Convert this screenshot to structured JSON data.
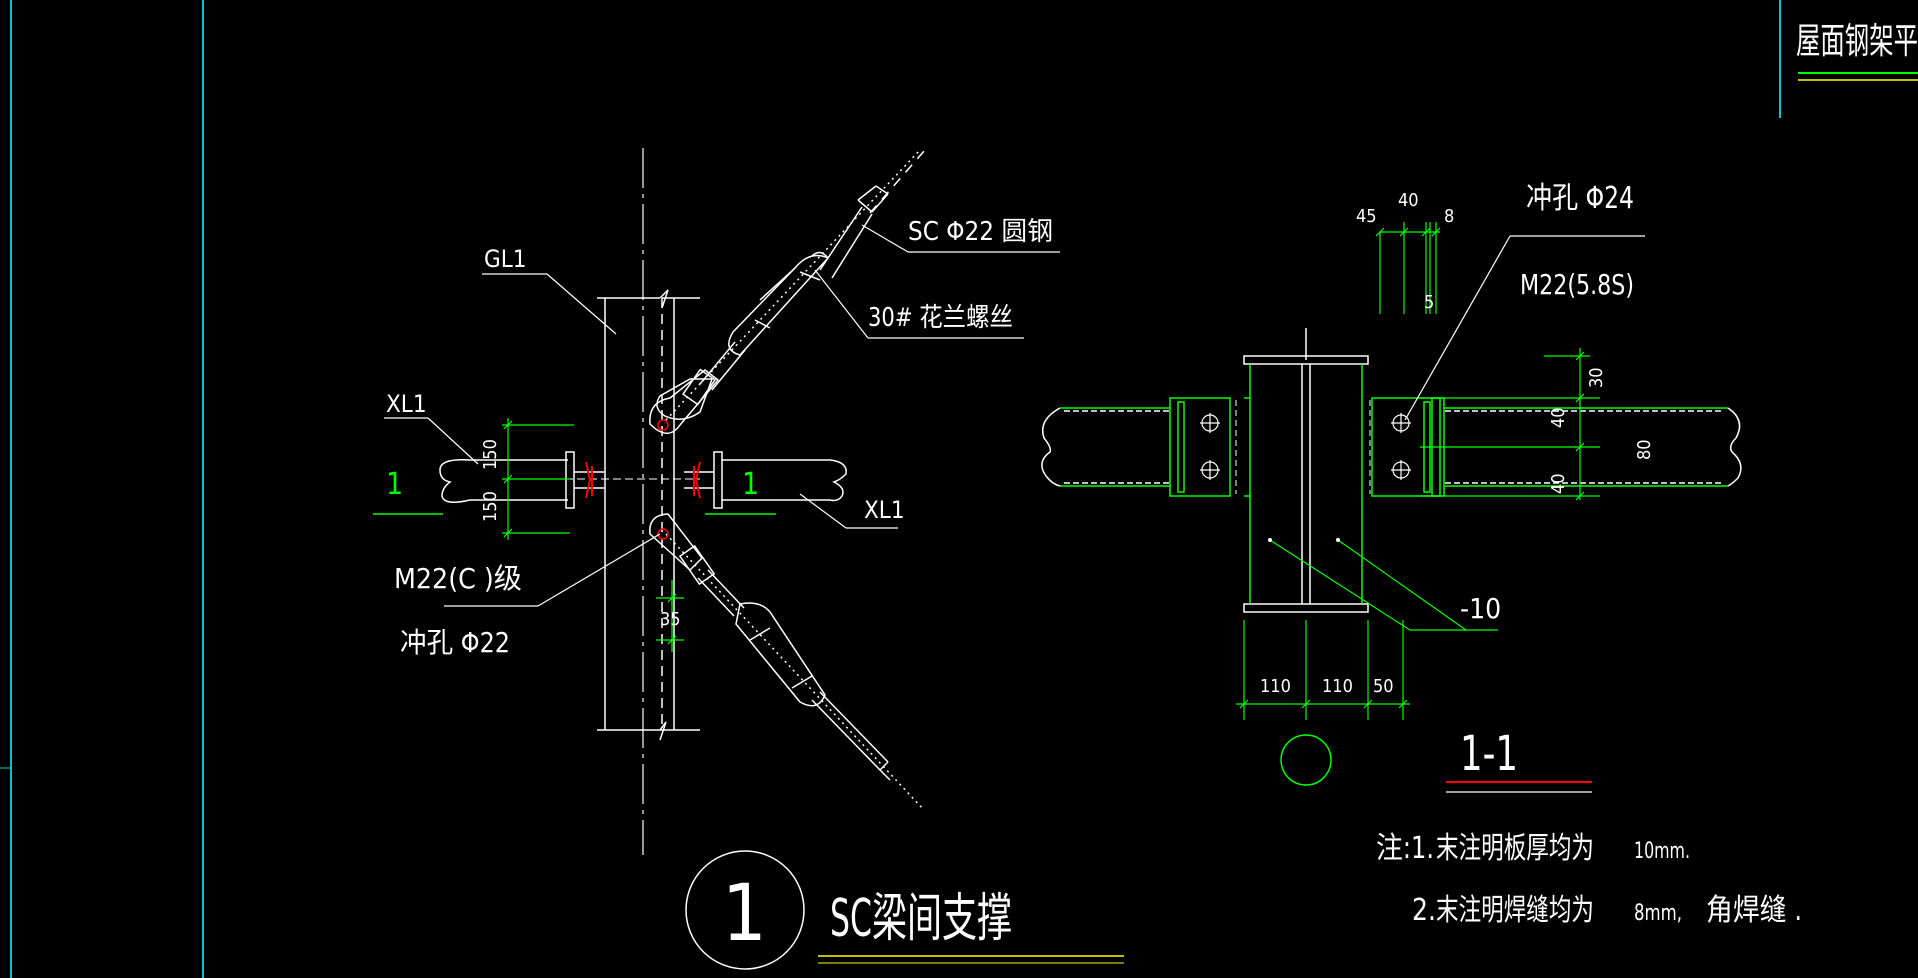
{
  "title_block": {
    "text": "屋面钢架平"
  },
  "detail_one": {
    "callout_number": "1",
    "title": "SC梁间支撑",
    "labels": {
      "gl1": "GL1",
      "xl1_left": "XL1",
      "xl1_right": "XL1",
      "sc_rod": "SC Φ22  圆钢",
      "turnbuckle": "30#  花兰螺丝",
      "bolt": "M22(C  )级",
      "hole": "冲孔  Φ22",
      "section_mark_left": "1",
      "section_mark_right": "1"
    },
    "dimensions": {
      "upper_150": "150",
      "lower_150": "150",
      "spacing_35": "35"
    }
  },
  "section_view": {
    "title": "1-1",
    "labels": {
      "hole": "冲孔  Φ24",
      "bolt": "M22(5.8S)",
      "plate": "-10"
    },
    "dimensions": {
      "top": [
        "45",
        "40",
        "8"
      ],
      "top_5": "5",
      "right": [
        "30",
        "40",
        "40"
      ],
      "right_80": "80",
      "bottom": [
        "110",
        "110",
        "50"
      ]
    }
  },
  "notes": {
    "line1_prefix": "注:1.",
    "line1_text": "末注明板厚均为",
    "line1_value": "10mm.",
    "line2_prefix": "2.",
    "line2_text": "末注明焊缝均为",
    "line2_value": "8mm,",
    "line2_suffix": "角焊缝  ."
  },
  "colors": {
    "background": "#000000",
    "lines_white": "#ffffff",
    "dimensions_green": "#00ff00",
    "frame_cyan": "#00c8c8",
    "accent_red": "#ff0000",
    "underline_yellow": "#ffff00"
  }
}
